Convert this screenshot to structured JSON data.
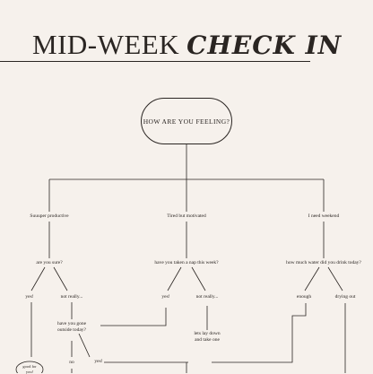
{
  "title": {
    "part1": "MID-WEEK",
    "part2": "CHECK IN"
  },
  "root": {
    "label": "HOW ARE YOU FEELING?"
  },
  "moods": [
    {
      "label": "Suuuper productive"
    },
    {
      "label": "Tired but motivated"
    },
    {
      "label": "I need weekend"
    }
  ],
  "questions": [
    {
      "label": "are you sure?"
    },
    {
      "label": "have you taken a nap this week?"
    },
    {
      "label": "how much water did you drink today?"
    }
  ],
  "answers": [
    {
      "label": "yes!"
    },
    {
      "label": "not really..."
    },
    {
      "label": "yes!"
    },
    {
      "label": "not really..."
    },
    {
      "label": "enough"
    },
    {
      "label": "drying out"
    }
  ],
  "followups": {
    "outside": "have you gone outside today?",
    "lay_down": "lets lay down and take one",
    "no": "no",
    "yes": "yes!",
    "good": "good for you!"
  }
}
